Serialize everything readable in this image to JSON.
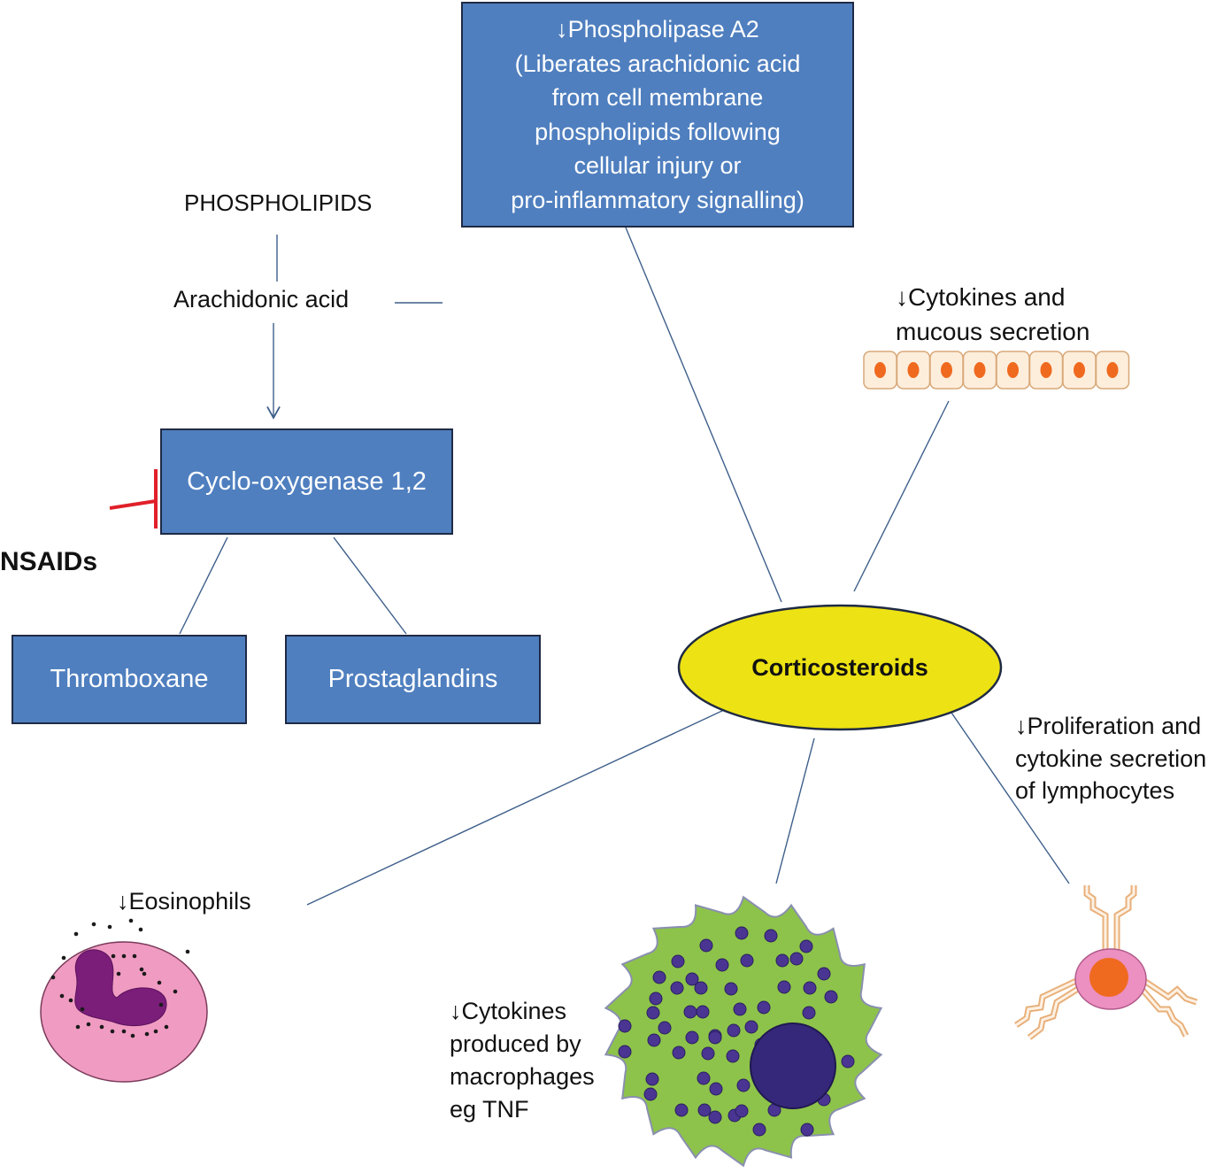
{
  "phospholipase_box": {
    "lines": [
      "↓Phospholipase A2",
      "(Liberates arachidonic acid",
      "from cell membrane",
      "phospholipids following",
      "cellular injury or",
      "pro-inflammatory signalling)"
    ]
  },
  "phospholipids_label": "PHOSPHOLIPIDS",
  "arachidonic_label": "Arachidonic acid",
  "cox_box": {
    "label": "Cyclo-oxygenase 1,2"
  },
  "nsaids_label": "NSAIDs",
  "thromboxane_box": {
    "label": "Thromboxane"
  },
  "prostaglandins_box": {
    "label": "Prostaglandins"
  },
  "corticosteroids_label": "Corticosteroids",
  "cytokines_mucous_label": {
    "lines": [
      "↓Cytokines and",
      "mucous secretion"
    ]
  },
  "lymphocytes_label": {
    "lines": [
      "↓Proliferation and",
      "cytokine secretion",
      "of lymphocytes"
    ]
  },
  "eosinophils_label": "↓Eosinophils",
  "macrophages_label": {
    "lines": [
      "↓Cytokines",
      "produced by",
      "macrophages",
      "eg TNF"
    ]
  },
  "colors": {
    "box_fill": "#4f7fbf",
    "box_border": "#1f2a44",
    "ellipse_fill": "#ede213",
    "connector": "#3e5f8a",
    "inhibit": "#e0202a",
    "eosinophil_cell": "#f09bc2",
    "eosinophil_nucleus": "#7a1e7a",
    "macrophage_cell": "#8dc34a",
    "macrophage_granule": "#4a3592",
    "macrophage_nucleus": "#35287a",
    "epithelial_cell": "#fdeedc",
    "epithelial_nucleus": "#ef6a1f",
    "lymphocyte_cell": "#ec8fc1",
    "lymphocyte_nucleus": "#ef6a1f"
  },
  "icons": [
    "epithelial-cells-icon",
    "eosinophil-icon",
    "macrophage-icon",
    "lymphocyte-icon"
  ]
}
